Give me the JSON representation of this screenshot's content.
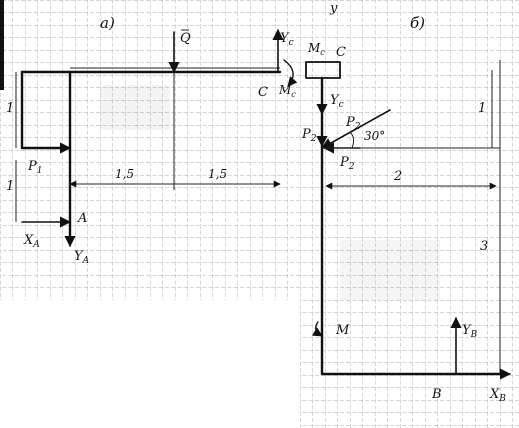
{
  "panels": {
    "a": {
      "label": "а)"
    },
    "b": {
      "label": "б)"
    }
  },
  "labels": {
    "Q": "Q",
    "Yc_left": "Y",
    "Yc_left_sub": "c",
    "C_left": "C",
    "Mc_left": "M",
    "Mc_left_sub": "c",
    "one_top": "1",
    "one_mid": "1",
    "P1": "P",
    "P1_sub": "1",
    "dim_15_left": "1,5",
    "dim_15_right": "1,5",
    "A": "A",
    "XA": "X",
    "XA_sub": "A",
    "YA": "Y",
    "YA_sub": "A",
    "y_axis": "y",
    "Mc_right": "M",
    "Mc_right_sub": "c",
    "C_right": "C",
    "Yc_right": "Y",
    "Yc_right_sub": "c",
    "P2": "P",
    "P2_sub": "2",
    "P2_prime": "P",
    "P2_prime_sub": "2",
    "P2_second": "P",
    "P2_second_sub": "2",
    "angle": "30°",
    "one_right": "1",
    "dim_2": "2",
    "three": "3",
    "M": "M",
    "YB": "Y",
    "YB_sub": "B",
    "B": "B",
    "XB": "X",
    "XB_sub": "B"
  }
}
